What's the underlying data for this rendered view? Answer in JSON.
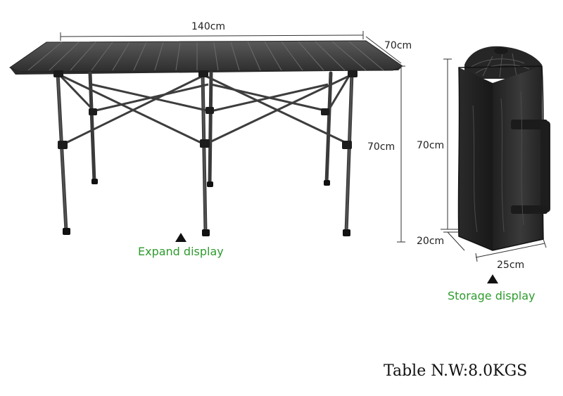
{
  "dimensions": {
    "table_length": "140cm",
    "table_width": "70cm",
    "table_height": "70cm",
    "bag_height": "70cm",
    "bag_depth": "20cm",
    "bag_width": "25cm"
  },
  "captions": {
    "expand": "Expand display",
    "storage": "Storage display"
  },
  "weight_label": "Table N.W:8.0KGS",
  "colors": {
    "caption_green": "#2e9b2e",
    "table_top": "#4a4a4a",
    "frame": "#3a3a3a",
    "bag": "#2b2b2b"
  }
}
